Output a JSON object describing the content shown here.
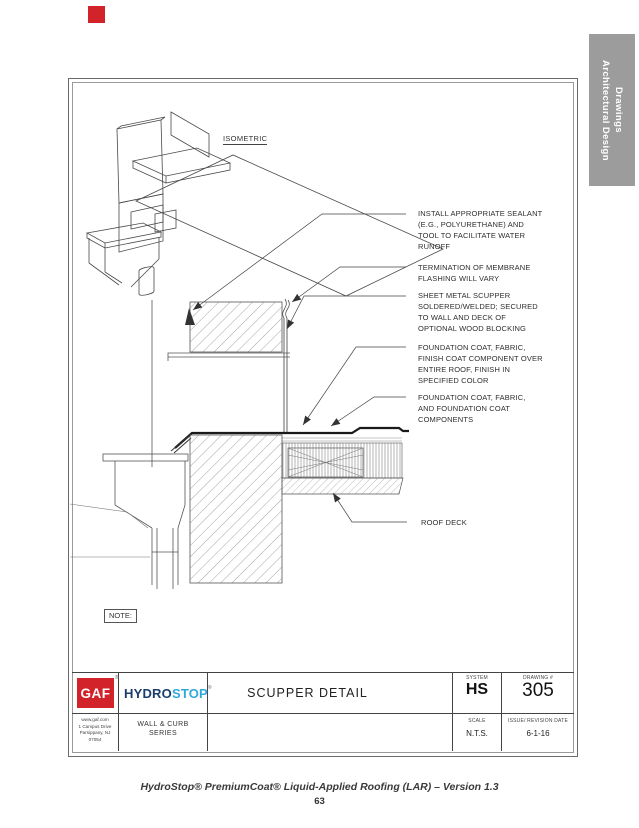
{
  "side_tab": {
    "line1": "Architectural Design",
    "line2": "Drawings"
  },
  "drawing": {
    "isometric_label": "ISOMETRIC",
    "note_label": "NOTE:",
    "callouts": [
      {
        "lines": [
          "INSTALL APPROPRIATE SEALANT",
          "(E.G., POLYURETHANE) AND",
          "TOOL TO FACILITATE WATER",
          "RUNOFF"
        ]
      },
      {
        "lines": [
          "TERMINATION OF MEMBRANE",
          "FLASHING WILL VARY"
        ]
      },
      {
        "lines": [
          "SHEET METAL SCUPPER",
          "SOLDERED/WELDED; SECURED",
          "TO WALL AND DECK OF",
          "OPTIONAL WOOD BLOCKING"
        ]
      },
      {
        "lines": [
          "FOUNDATION COAT, FABRIC,",
          "FINISH COAT COMPONENT OVER",
          "ENTIRE ROOF, FINISH IN",
          "SPECIFIED COLOR"
        ]
      },
      {
        "lines": [
          "FOUNDATION COAT, FABRIC,",
          "AND FOUNDATION COAT",
          "COMPONENTS"
        ]
      },
      {
        "lines": [
          "ROOF DECK"
        ]
      }
    ]
  },
  "title_block": {
    "logo_text": "GAF",
    "logo_reg": "®",
    "website": "www.gaf.com",
    "address_line1": "1 Campus Drive",
    "address_line2": "Parsippany, NJ",
    "address_line3": "07054",
    "brand_part1": "HYDRO",
    "brand_part2": "STOP",
    "brand_reg": "®",
    "series_line1": "WALL & CURB",
    "series_line2": "SERIES",
    "sheet_title": "SCUPPER DETAIL",
    "system_label": "SYSTEM",
    "system_value": "HS",
    "drawing_number_label": "DRAWING #",
    "drawing_number_value": "305",
    "scale_label": "SCALE",
    "scale_value": "N.T.S.",
    "revision_label": "ISSUE/ REVISION DATE",
    "revision_value": "6-1-16"
  },
  "footer": {
    "line": "HydroStop® PremiumCoat® Liquid-Applied Roofing (LAR) – Version 1.3",
    "page_number": "63"
  },
  "colors": {
    "gaf_red": "#d2232a",
    "hydro_navy": "#1b3d6e",
    "hydro_cyan": "#2fa8dc",
    "tab_gray": "#9c9c9c"
  }
}
